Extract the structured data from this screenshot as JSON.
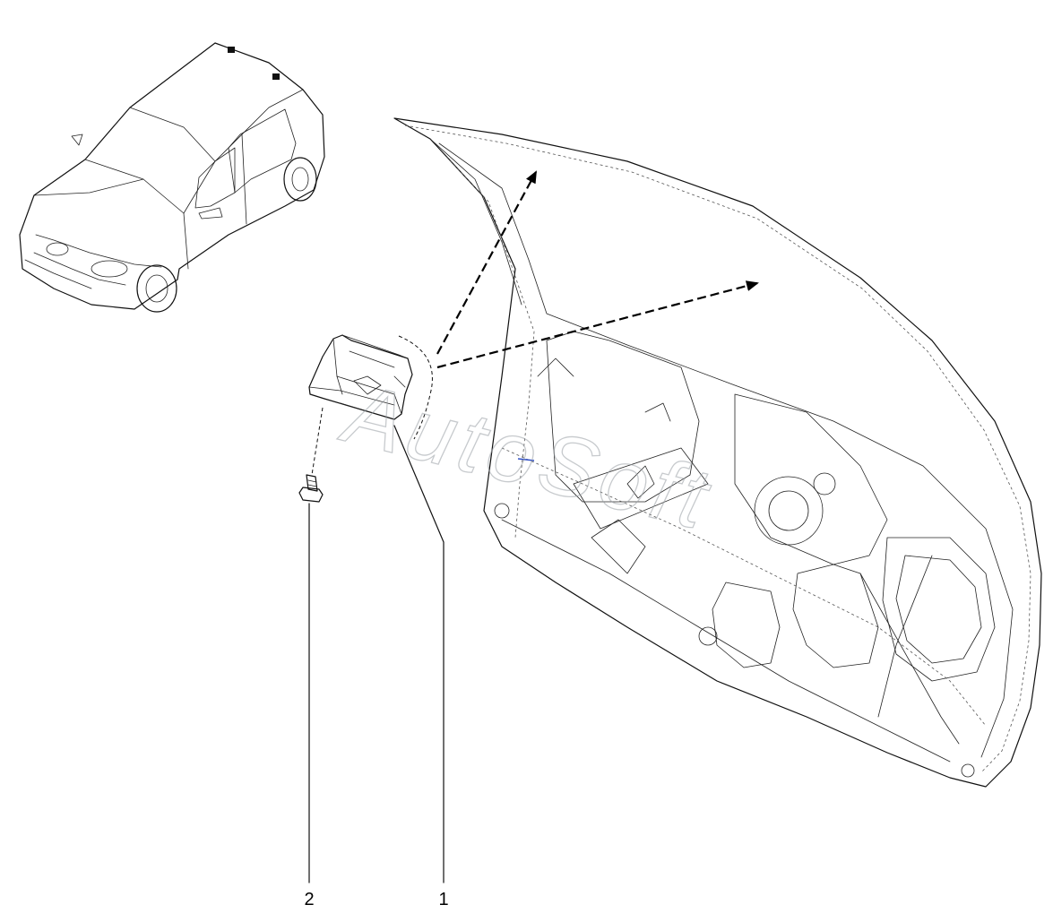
{
  "callouts": [
    {
      "number": "1",
      "part": "hinge-bracket"
    },
    {
      "number": "2",
      "part": "bolt"
    }
  ],
  "watermark": "AutoSoft",
  "colors": {
    "ink": "#111111",
    "background": "#ffffff",
    "watermark": "#9aa0a6",
    "accent_mark": "#3050c8"
  }
}
